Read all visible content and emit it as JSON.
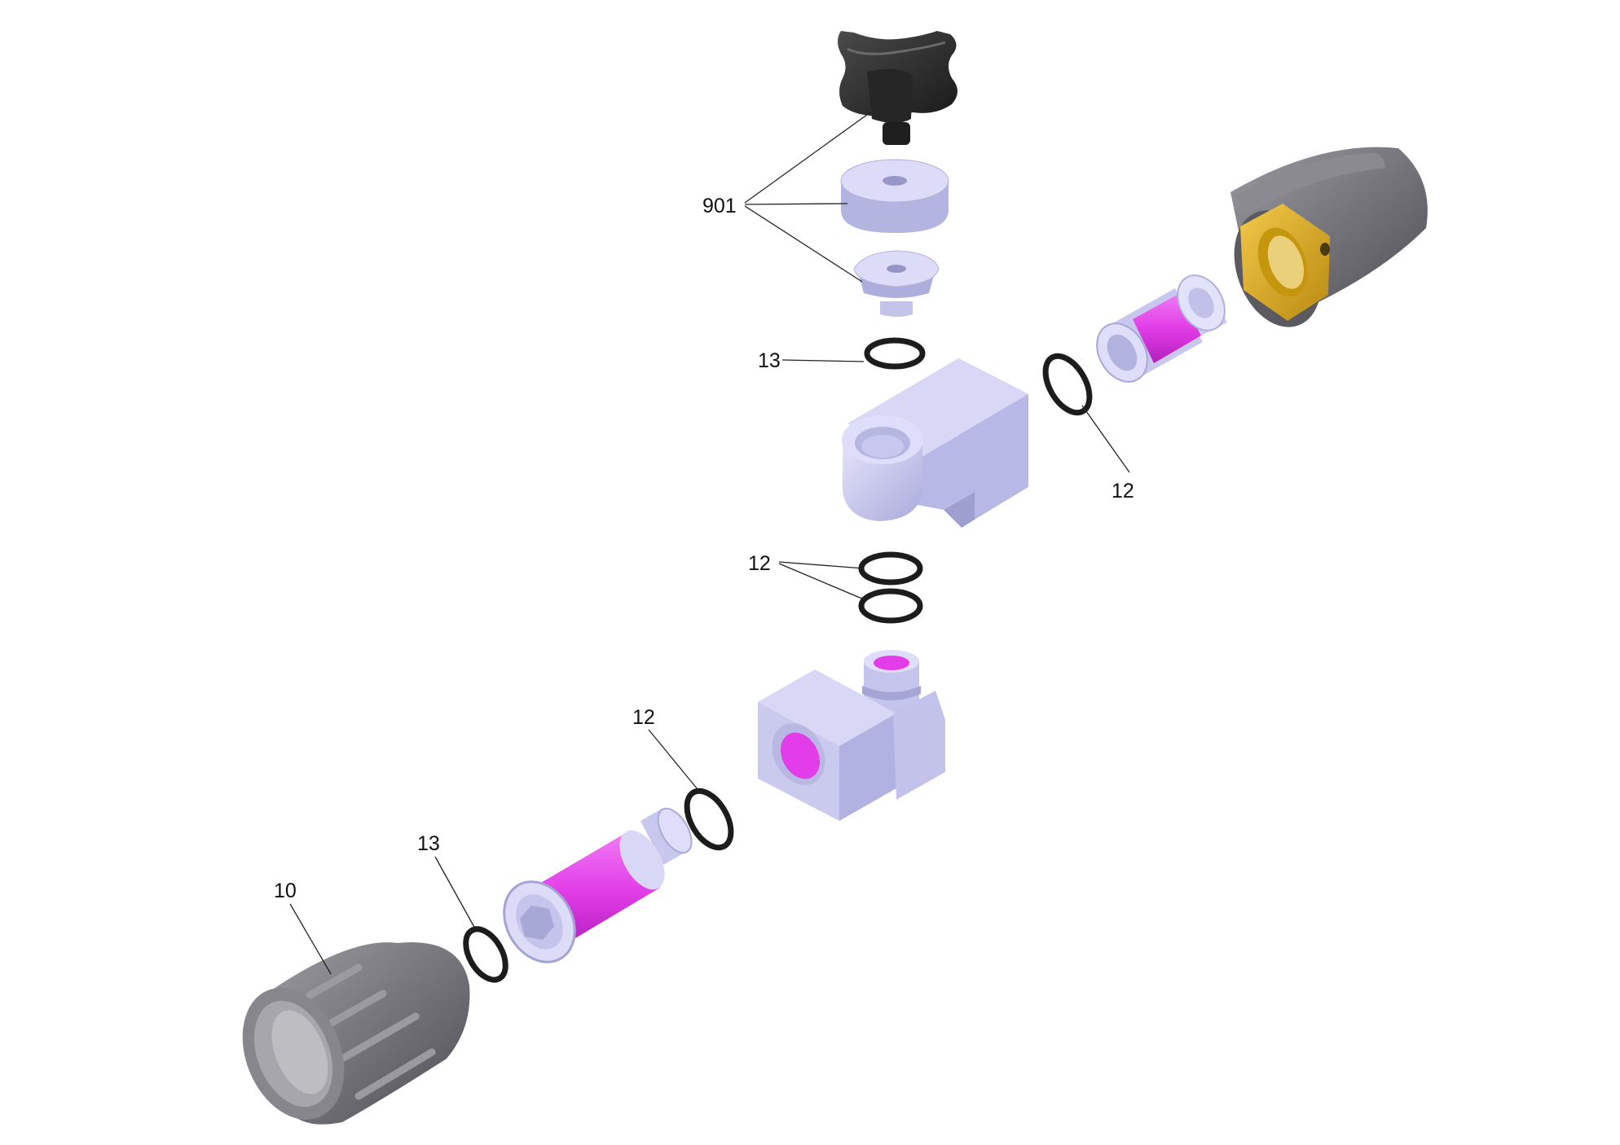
{
  "callouts": {
    "knob_set": "901",
    "oring_13_top": "13",
    "oring_12_right": "12",
    "oring_12_middle": "12",
    "oring_12_lower": "12",
    "oring_13_bottom": "13",
    "nut_10": "10"
  },
  "colors": {
    "housing": "#c8c8ec",
    "housing_dark": "#a4a4d4",
    "magenta": "#e23de8",
    "oring": "#1c1c1c",
    "knob": "#2e2e2e",
    "nut_grey": "#6d6d72",
    "brass": "#d8a520"
  },
  "icons": [
    "knob-part",
    "washer-part",
    "adapter-part",
    "o-ring",
    "elbow-block",
    "coupling-sleeve",
    "union-nut",
    "fitting-block",
    "straight-nipple",
    "grip-nut"
  ]
}
